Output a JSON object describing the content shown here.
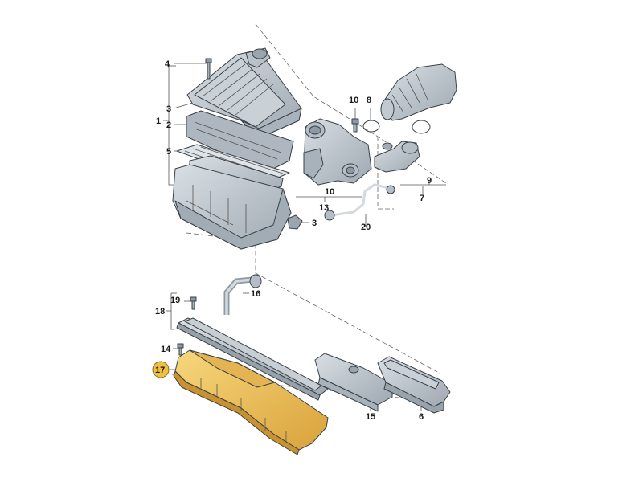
{
  "callouts": {
    "c1": "1",
    "c2": "2",
    "c3a": "3",
    "c3b": "3",
    "c4": "4",
    "c5": "5",
    "c6": "6",
    "c7": "7",
    "c8": "8",
    "c9": "9",
    "c10a": "10",
    "c10b": "10",
    "c13": "13",
    "c14": "14",
    "c15": "15",
    "c16": "16",
    "c17": "17",
    "c18": "18",
    "c19": "19",
    "c20": "20"
  },
  "colors": {
    "part_gray": "#b9c2ca",
    "part_dark": "#8e99a3",
    "part_light": "#d7dde2",
    "highlight": "#f3c55a",
    "highlight_dark": "#d9a63a",
    "badge": "#f0c040"
  },
  "highlighted_part": "17"
}
